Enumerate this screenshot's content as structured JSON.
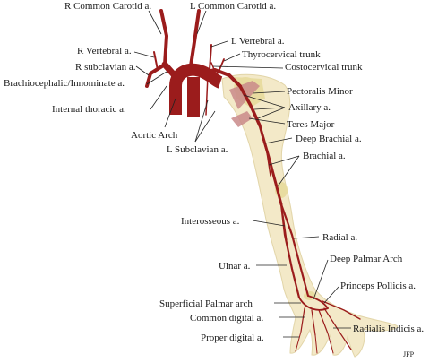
{
  "labels": {
    "r_common_carotid": "R Common Carotid a.",
    "l_common_carotid": "L Common Carotid a.",
    "r_vertebral": "R Vertebral a.",
    "l_vertebral": "L Vertebral a.",
    "thyrocervical": "Thyrocervical trunk",
    "r_subclavian": "R subclavian a.",
    "costocervical": "Costocervical trunk",
    "brachiocephalic": "Brachiocephalic/Innominate a.",
    "pectoralis_minor": "Pectoralis Minor",
    "internal_thoracic": "Internal thoracic a.",
    "axillary": "Axillary a.",
    "teres_major": "Teres Major",
    "aortic_arch": "Aortic Arch",
    "deep_brachial": "Deep Brachial a.",
    "l_subclavian": "L Subclavian a.",
    "brachial": "Brachial a.",
    "interosseous": "Interosseous a.",
    "radial": "Radial a.",
    "ulnar": "Ulnar a.",
    "deep_palmar_arch": "Deep Palmar Arch",
    "princeps_pollicis": "Princeps Pollicis a.",
    "superficial_palmar_arch": "Superficial Palmar arch",
    "common_digital": "Common digital a.",
    "radialis_indicis": "Radialis Indicis a.",
    "proper_digital": "Proper digital a.",
    "credit": "JFP"
  },
  "colors": {
    "artery": "#9b1c1c",
    "skin": "#f3e9c8",
    "bone": "#e8dca0",
    "muscle": "#c98a8a"
  }
}
